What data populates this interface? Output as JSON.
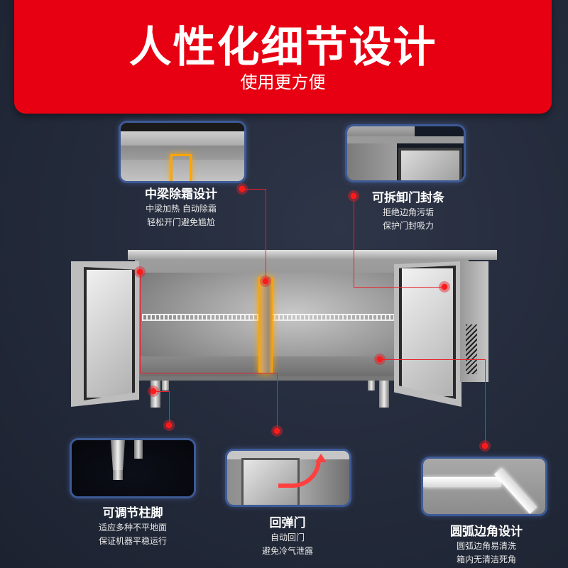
{
  "header": {
    "title": "人性化细节设计",
    "subtitle": "使用更方便",
    "accent_color": "#e60012"
  },
  "features": [
    {
      "id": "center-beam-defrost",
      "title": "中梁除霜设计",
      "lines": [
        "中梁加热 自动除霜",
        "轻松开门避免尴尬"
      ]
    },
    {
      "id": "removable-door-seal",
      "title": "可拆卸门封条",
      "lines": [
        "拒绝边角污垢",
        "保护门封吸力"
      ]
    },
    {
      "id": "adjustable-feet",
      "title": "可调节柱脚",
      "lines": [
        "适应多种不平地面",
        "保证机器平稳运行"
      ]
    },
    {
      "id": "rebound-door",
      "title": "回弹门",
      "lines": [
        "自动回门",
        "避免冷气泄露"
      ]
    },
    {
      "id": "rounded-corners",
      "title": "圆弧边角设计",
      "lines": [
        "圆弧边角易清洗",
        "箱内无清洁死角"
      ]
    }
  ],
  "colors": {
    "background": "#252c3c",
    "pointer": "#e8222d",
    "panel_border": "#3d5a96",
    "highlight": "#ffa500"
  }
}
